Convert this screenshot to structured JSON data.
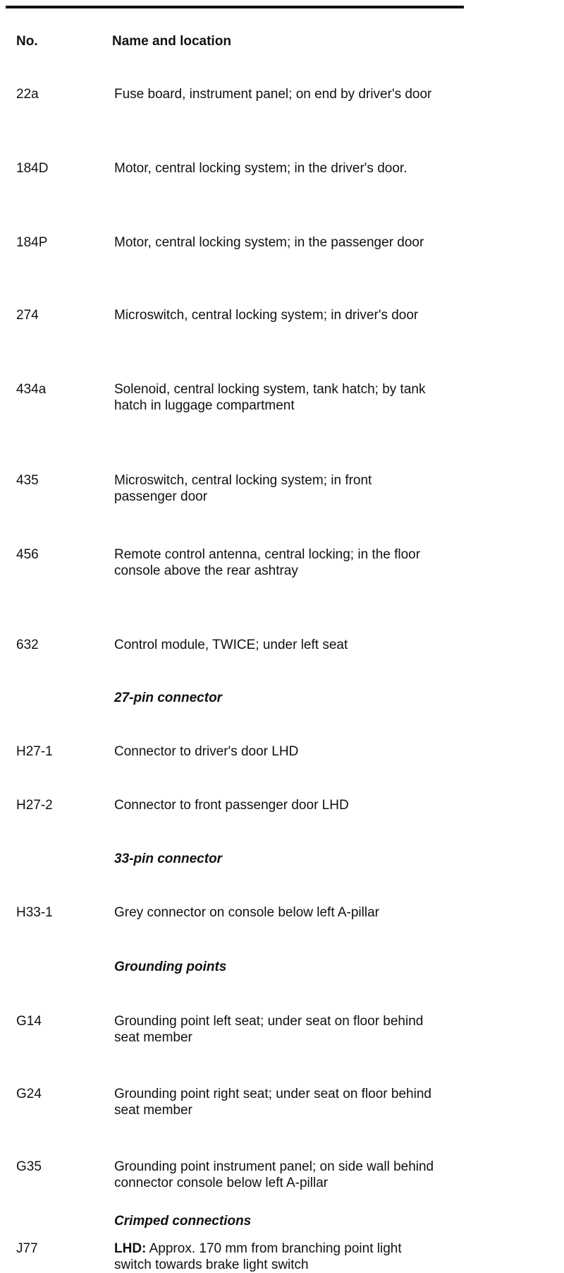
{
  "table": {
    "header": {
      "no": "No.",
      "name": "Name and location"
    },
    "rows": [
      {
        "code": "22a",
        "desc": "Fuse board, instrument panel; on end by driver's door"
      },
      {
        "code": "184D",
        "desc": "Motor, central locking system; in the driver's door."
      },
      {
        "code": "184P",
        "desc": "Motor, central locking system; in the passenger door"
      },
      {
        "code": "274",
        "desc": "Microswitch, central locking system; in driver's door"
      },
      {
        "code": "434a",
        "desc": "Solenoid, central locking system, tank hatch; by tank hatch in luggage compartment"
      },
      {
        "code": "435",
        "desc": "Microswitch, central locking system; in front passenger door"
      },
      {
        "code": "456",
        "desc": "Remote control antenna, central locking; in the floor console above the rear ashtray"
      },
      {
        "code": "632",
        "desc": "Control module, TWICE; under left seat"
      }
    ],
    "section_27pin": "27-pin connector",
    "rows_27pin": [
      {
        "code": "H27-1",
        "desc": "Connector to driver's door LHD"
      },
      {
        "code": "H27-2",
        "desc": "Connector to front passenger door LHD"
      }
    ],
    "section_33pin": "33-pin connector",
    "rows_33pin": [
      {
        "code": "H33-1",
        "desc": "Grey connector on console below left A-pillar"
      }
    ],
    "section_grounding": "Grounding points",
    "rows_grounding": [
      {
        "code": "G14",
        "desc": "Grounding point left seat; under seat on floor behind seat member"
      },
      {
        "code": "G24",
        "desc": "Grounding point right seat; under seat on floor behind seat member"
      },
      {
        "code": "G35",
        "desc": "Grounding point instrument panel; on side wall behind connector console below left A-pillar"
      }
    ],
    "section_crimped": "Crimped connections",
    "rows_crimped": [
      {
        "code": "J77",
        "desc_label": "LHD:",
        "desc": " Approx. 170 mm from branching point light switch towards brake light switch"
      }
    ]
  }
}
